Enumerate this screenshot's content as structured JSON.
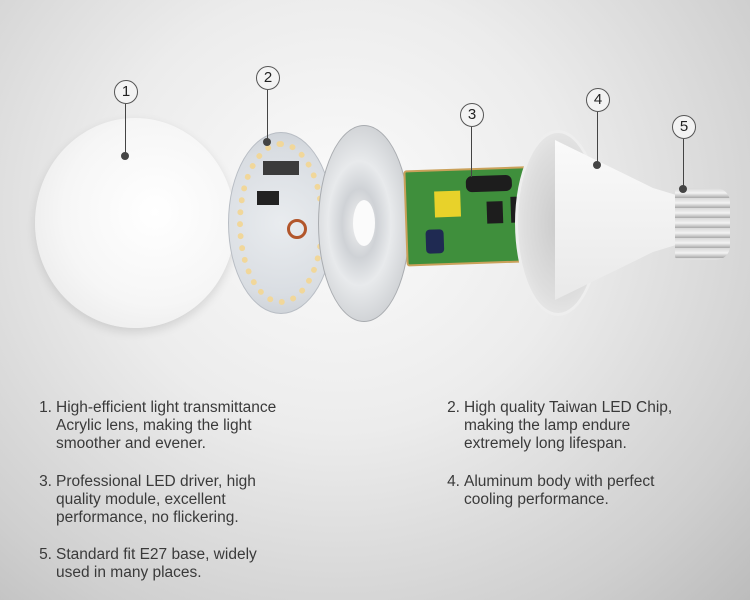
{
  "callouts": [
    {
      "num": "1",
      "part": "acrylic-lens"
    },
    {
      "num": "2",
      "part": "led-chip-board"
    },
    {
      "num": "3",
      "part": "led-driver"
    },
    {
      "num": "4",
      "part": "aluminum-body"
    },
    {
      "num": "5",
      "part": "e27-base"
    }
  ],
  "features": [
    {
      "num": "1.",
      "text": "High-efficient light transmittance\nAcrylic lens, making the light\nsmoother and evener."
    },
    {
      "num": "2.",
      "text": "High quality Taiwan LED Chip,\nmaking the lamp endure\nextremely long lifespan."
    },
    {
      "num": "3.",
      "text": "Professional LED driver, high\nquality module, excellent\nperformance, no flickering."
    },
    {
      "num": "4.",
      "text": "Aluminum body with perfect\ncooling performance."
    },
    {
      "num": "5.",
      "text": "Standard fit E27 base, widely\nused in many places."
    }
  ]
}
